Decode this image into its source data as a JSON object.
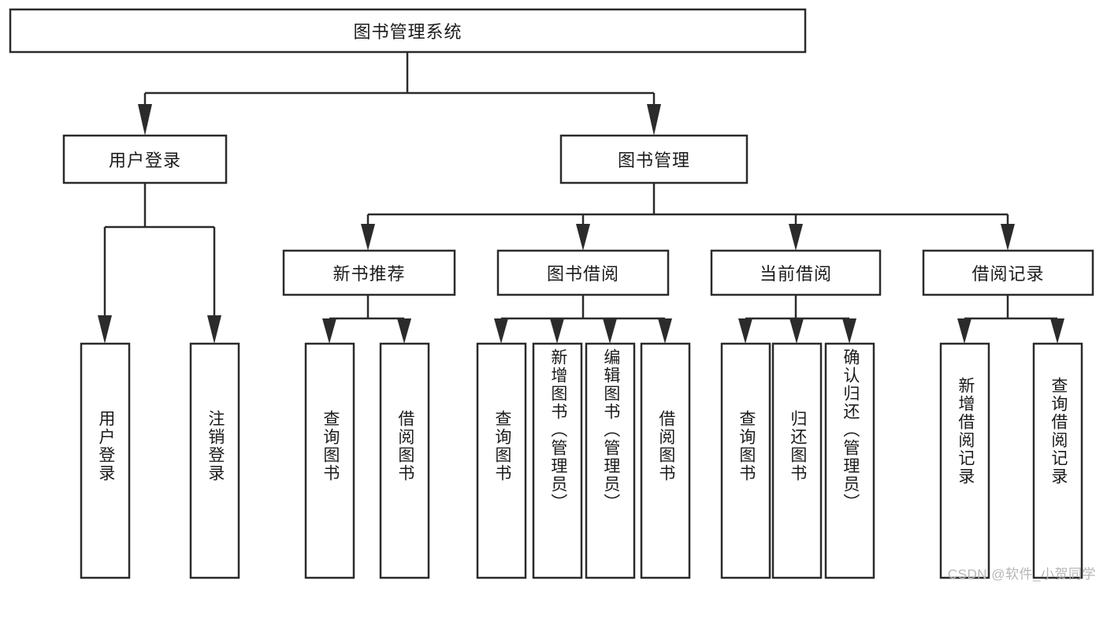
{
  "diagram": {
    "title": "图书管理系统",
    "type": "tree-hierarchy-diagram",
    "root": {
      "label": "图书管理系统"
    },
    "level2": [
      {
        "label": "用户登录"
      },
      {
        "label": "图书管理"
      }
    ],
    "level3": [
      {
        "label": "新书推荐"
      },
      {
        "label": "图书借阅"
      },
      {
        "label": "当前借阅"
      },
      {
        "label": "借阅记录"
      }
    ],
    "leaves": {
      "user_login": [
        {
          "label": "用户登录"
        },
        {
          "label": "注销登录"
        }
      ],
      "new_book_recommend": [
        {
          "label": "查询图书"
        },
        {
          "label": "借阅图书"
        }
      ],
      "book_borrow": [
        {
          "label": "查询图书"
        },
        {
          "label": "新增图书（管理员）"
        },
        {
          "label": "编辑图书（管理员）"
        },
        {
          "label": "借阅图书"
        }
      ],
      "current_borrow": [
        {
          "label": "查询图书"
        },
        {
          "label": "归还图书"
        },
        {
          "label": "确认归还（管理员）"
        }
      ],
      "borrow_record": [
        {
          "label": "新增借阅记录"
        },
        {
          "label": "查询借阅记录"
        }
      ]
    }
  },
  "watermark": {
    "text": "CSDN @软件_小贺同学"
  },
  "colors": {
    "box_stroke": "#2b2b2b",
    "box_fill": "#ffffff",
    "text": "#1b1b1b",
    "watermark": "#b6b6b6",
    "background": "#ffffff"
  }
}
